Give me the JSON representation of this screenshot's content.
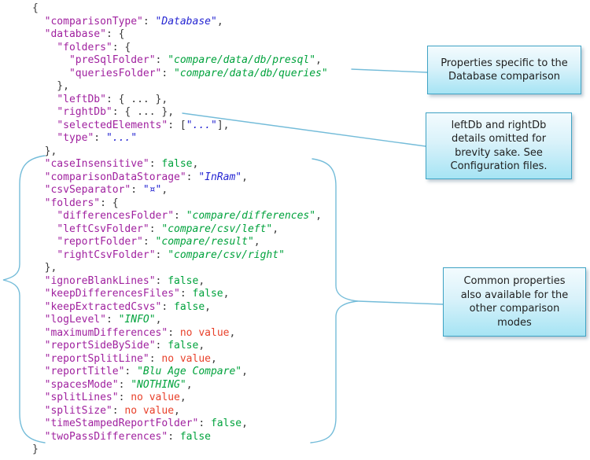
{
  "colors": {
    "key-color": "#a0219f",
    "punct-color": "#3a3a3a",
    "string-blue": "#2525d2",
    "string-green": "#00a23c",
    "boolean-green": "#00a23c",
    "no-value-red": "#e8402a",
    "callout-line": "#74bcd9",
    "callout-border": "#3fa3c4",
    "callout-text": "#1f1f1f"
  },
  "code": {
    "language": "json",
    "lines": [
      [
        [
          "punct",
          "{"
        ]
      ],
      [
        [
          "punct",
          "  "
        ],
        [
          "key",
          "\"comparisonType\""
        ],
        [
          "punct",
          ": "
        ],
        [
          "sblue",
          "\"Database\""
        ],
        [
          "punct",
          ","
        ]
      ],
      [
        [
          "punct",
          "  "
        ],
        [
          "key",
          "\"database\""
        ],
        [
          "punct",
          ": {"
        ]
      ],
      [
        [
          "punct",
          "    "
        ],
        [
          "key",
          "\"folders\""
        ],
        [
          "punct",
          ": {"
        ]
      ],
      [
        [
          "punct",
          "      "
        ],
        [
          "key",
          "\"preSqlFolder\""
        ],
        [
          "punct",
          ": "
        ],
        [
          "sgreen",
          "\"compare/data/db/presql\""
        ],
        [
          "punct",
          ","
        ]
      ],
      [
        [
          "punct",
          "      "
        ],
        [
          "key",
          "\"queriesFolder\""
        ],
        [
          "punct",
          ": "
        ],
        [
          "sgreen",
          "\"compare/data/db/queries\""
        ]
      ],
      [
        [
          "punct",
          "    },"
        ]
      ],
      [
        [
          "punct",
          "    "
        ],
        [
          "key",
          "\"leftDb\""
        ],
        [
          "punct",
          ": { ... },"
        ]
      ],
      [
        [
          "punct",
          "    "
        ],
        [
          "key",
          "\"rightDb\""
        ],
        [
          "punct",
          ": { ... },"
        ]
      ],
      [
        [
          "punct",
          "    "
        ],
        [
          "key",
          "\"selectedElements\""
        ],
        [
          "punct",
          ": ["
        ],
        [
          "sblue",
          "\"...\""
        ],
        [
          "punct",
          "],"
        ]
      ],
      [
        [
          "punct",
          "    "
        ],
        [
          "key",
          "\"type\""
        ],
        [
          "punct",
          ": "
        ],
        [
          "sblue",
          "\"...\""
        ]
      ],
      [
        [
          "punct",
          "  },"
        ]
      ],
      [
        [
          "punct",
          "  "
        ],
        [
          "key",
          "\"caseInsensitive\""
        ],
        [
          "punct",
          ": "
        ],
        [
          "bool",
          "false"
        ],
        [
          "punct",
          ","
        ]
      ],
      [
        [
          "punct",
          "  "
        ],
        [
          "key",
          "\"comparisonDataStorage\""
        ],
        [
          "punct",
          ": "
        ],
        [
          "sblue",
          "\"InRam\""
        ],
        [
          "punct",
          ","
        ]
      ],
      [
        [
          "punct",
          "  "
        ],
        [
          "key",
          "\"csvSeparator\""
        ],
        [
          "punct",
          ": "
        ],
        [
          "sblue",
          "\"¤\""
        ],
        [
          "punct",
          ","
        ]
      ],
      [
        [
          "punct",
          "  "
        ],
        [
          "key",
          "\"folders\""
        ],
        [
          "punct",
          ": {"
        ]
      ],
      [
        [
          "punct",
          "    "
        ],
        [
          "key",
          "\"differencesFolder\""
        ],
        [
          "punct",
          ": "
        ],
        [
          "sgreen",
          "\"compare/differences\""
        ],
        [
          "punct",
          ","
        ]
      ],
      [
        [
          "punct",
          "    "
        ],
        [
          "key",
          "\"leftCsvFolder\""
        ],
        [
          "punct",
          ": "
        ],
        [
          "sgreen",
          "\"compare/csv/left\""
        ],
        [
          "punct",
          ","
        ]
      ],
      [
        [
          "punct",
          "    "
        ],
        [
          "key",
          "\"reportFolder\""
        ],
        [
          "punct",
          ": "
        ],
        [
          "sgreen",
          "\"compare/result\""
        ],
        [
          "punct",
          ","
        ]
      ],
      [
        [
          "punct",
          "    "
        ],
        [
          "key",
          "\"rightCsvFolder\""
        ],
        [
          "punct",
          ": "
        ],
        [
          "sgreen",
          "\"compare/csv/right\""
        ]
      ],
      [
        [
          "punct",
          "  },"
        ]
      ],
      [
        [
          "punct",
          "  "
        ],
        [
          "key",
          "\"ignoreBlankLines\""
        ],
        [
          "punct",
          ": "
        ],
        [
          "bool",
          "false"
        ],
        [
          "punct",
          ","
        ]
      ],
      [
        [
          "punct",
          "  "
        ],
        [
          "key",
          "\"keepDifferencesFiles\""
        ],
        [
          "punct",
          ": "
        ],
        [
          "bool",
          "false"
        ],
        [
          "punct",
          ","
        ]
      ],
      [
        [
          "punct",
          "  "
        ],
        [
          "key",
          "\"keepExtractedCsvs\""
        ],
        [
          "punct",
          ": "
        ],
        [
          "bool",
          "false"
        ],
        [
          "punct",
          ","
        ]
      ],
      [
        [
          "punct",
          "  "
        ],
        [
          "key",
          "\"logLevel\""
        ],
        [
          "punct",
          ": "
        ],
        [
          "sgreen",
          "\"INFO\""
        ],
        [
          "punct",
          ","
        ]
      ],
      [
        [
          "punct",
          "  "
        ],
        [
          "key",
          "\"maximumDifferences\""
        ],
        [
          "punct",
          ": "
        ],
        [
          "noval",
          "no value"
        ],
        [
          "punct",
          ","
        ]
      ],
      [
        [
          "punct",
          "  "
        ],
        [
          "key",
          "\"reportSideBySide\""
        ],
        [
          "punct",
          ": "
        ],
        [
          "bool",
          "false"
        ],
        [
          "punct",
          ","
        ]
      ],
      [
        [
          "punct",
          "  "
        ],
        [
          "key",
          "\"reportSplitLine\""
        ],
        [
          "punct",
          ": "
        ],
        [
          "noval",
          "no value"
        ],
        [
          "punct",
          ","
        ]
      ],
      [
        [
          "punct",
          "  "
        ],
        [
          "key",
          "\"reportTitle\""
        ],
        [
          "punct",
          ": "
        ],
        [
          "sgreen",
          "\"Blu Age Compare\""
        ],
        [
          "punct",
          ","
        ]
      ],
      [
        [
          "punct",
          "  "
        ],
        [
          "key",
          "\"spacesMode\""
        ],
        [
          "punct",
          ": "
        ],
        [
          "sgreen",
          "\"NOTHING\""
        ],
        [
          "punct",
          ","
        ]
      ],
      [
        [
          "punct",
          "  "
        ],
        [
          "key",
          "\"splitLines\""
        ],
        [
          "punct",
          ": "
        ],
        [
          "noval",
          "no value"
        ],
        [
          "punct",
          ","
        ]
      ],
      [
        [
          "punct",
          "  "
        ],
        [
          "key",
          "\"splitSize\""
        ],
        [
          "punct",
          ": "
        ],
        [
          "noval",
          "no value"
        ],
        [
          "punct",
          ","
        ]
      ],
      [
        [
          "punct",
          "  "
        ],
        [
          "key",
          "\"timeStampedReportFolder\""
        ],
        [
          "punct",
          ": "
        ],
        [
          "bool",
          "false"
        ],
        [
          "punct",
          ","
        ]
      ],
      [
        [
          "punct",
          "  "
        ],
        [
          "key",
          "\"twoPassDifferences\""
        ],
        [
          "punct",
          ": "
        ],
        [
          "bool",
          "false"
        ]
      ],
      [
        [
          "punct",
          "}"
        ]
      ]
    ]
  },
  "callouts": [
    {
      "lines": [
        "Properties specific to the",
        "Database comparison"
      ]
    },
    {
      "lines": [
        "leftDb and rightDb",
        "details omitted for",
        "brevity sake. See",
        "Configuration files."
      ]
    },
    {
      "lines": [
        "Common properties",
        "also available for the",
        "other comparison",
        "modes"
      ]
    }
  ]
}
